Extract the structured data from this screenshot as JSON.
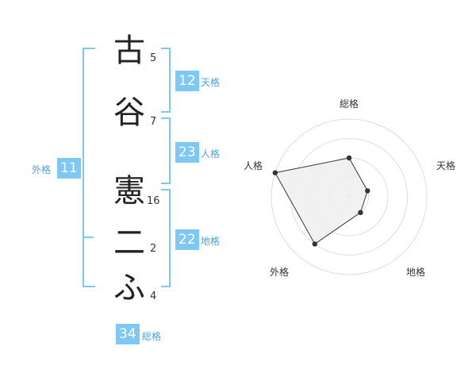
{
  "name_chars": [
    {
      "char": "古",
      "strokes": "5"
    },
    {
      "char": "谷",
      "strokes": "7"
    },
    {
      "char": "憲",
      "strokes": "16"
    },
    {
      "char": "二",
      "strokes": "2"
    },
    {
      "char": "ふ",
      "strokes": "4"
    }
  ],
  "fortunes": {
    "tenkaku": {
      "label": "天格",
      "value": "12"
    },
    "jinkaku": {
      "label": "人格",
      "value": "23"
    },
    "chikaku": {
      "label": "地格",
      "value": "22"
    },
    "gaikaku": {
      "label": "外格",
      "value": "11"
    },
    "soukaku": {
      "label": "総格",
      "value": "34"
    }
  },
  "radar": {
    "axes": [
      "総格",
      "天格",
      "地格",
      "外格",
      "人格"
    ],
    "levels": 4,
    "values": [
      2,
      1,
      1,
      3,
      4
    ],
    "max": 4,
    "fill": "#f0f0f0",
    "stroke": "#333333",
    "grid_color": "#dddddd"
  },
  "colors": {
    "accent": "#7ec8f5",
    "label": "#4aa3e0"
  }
}
